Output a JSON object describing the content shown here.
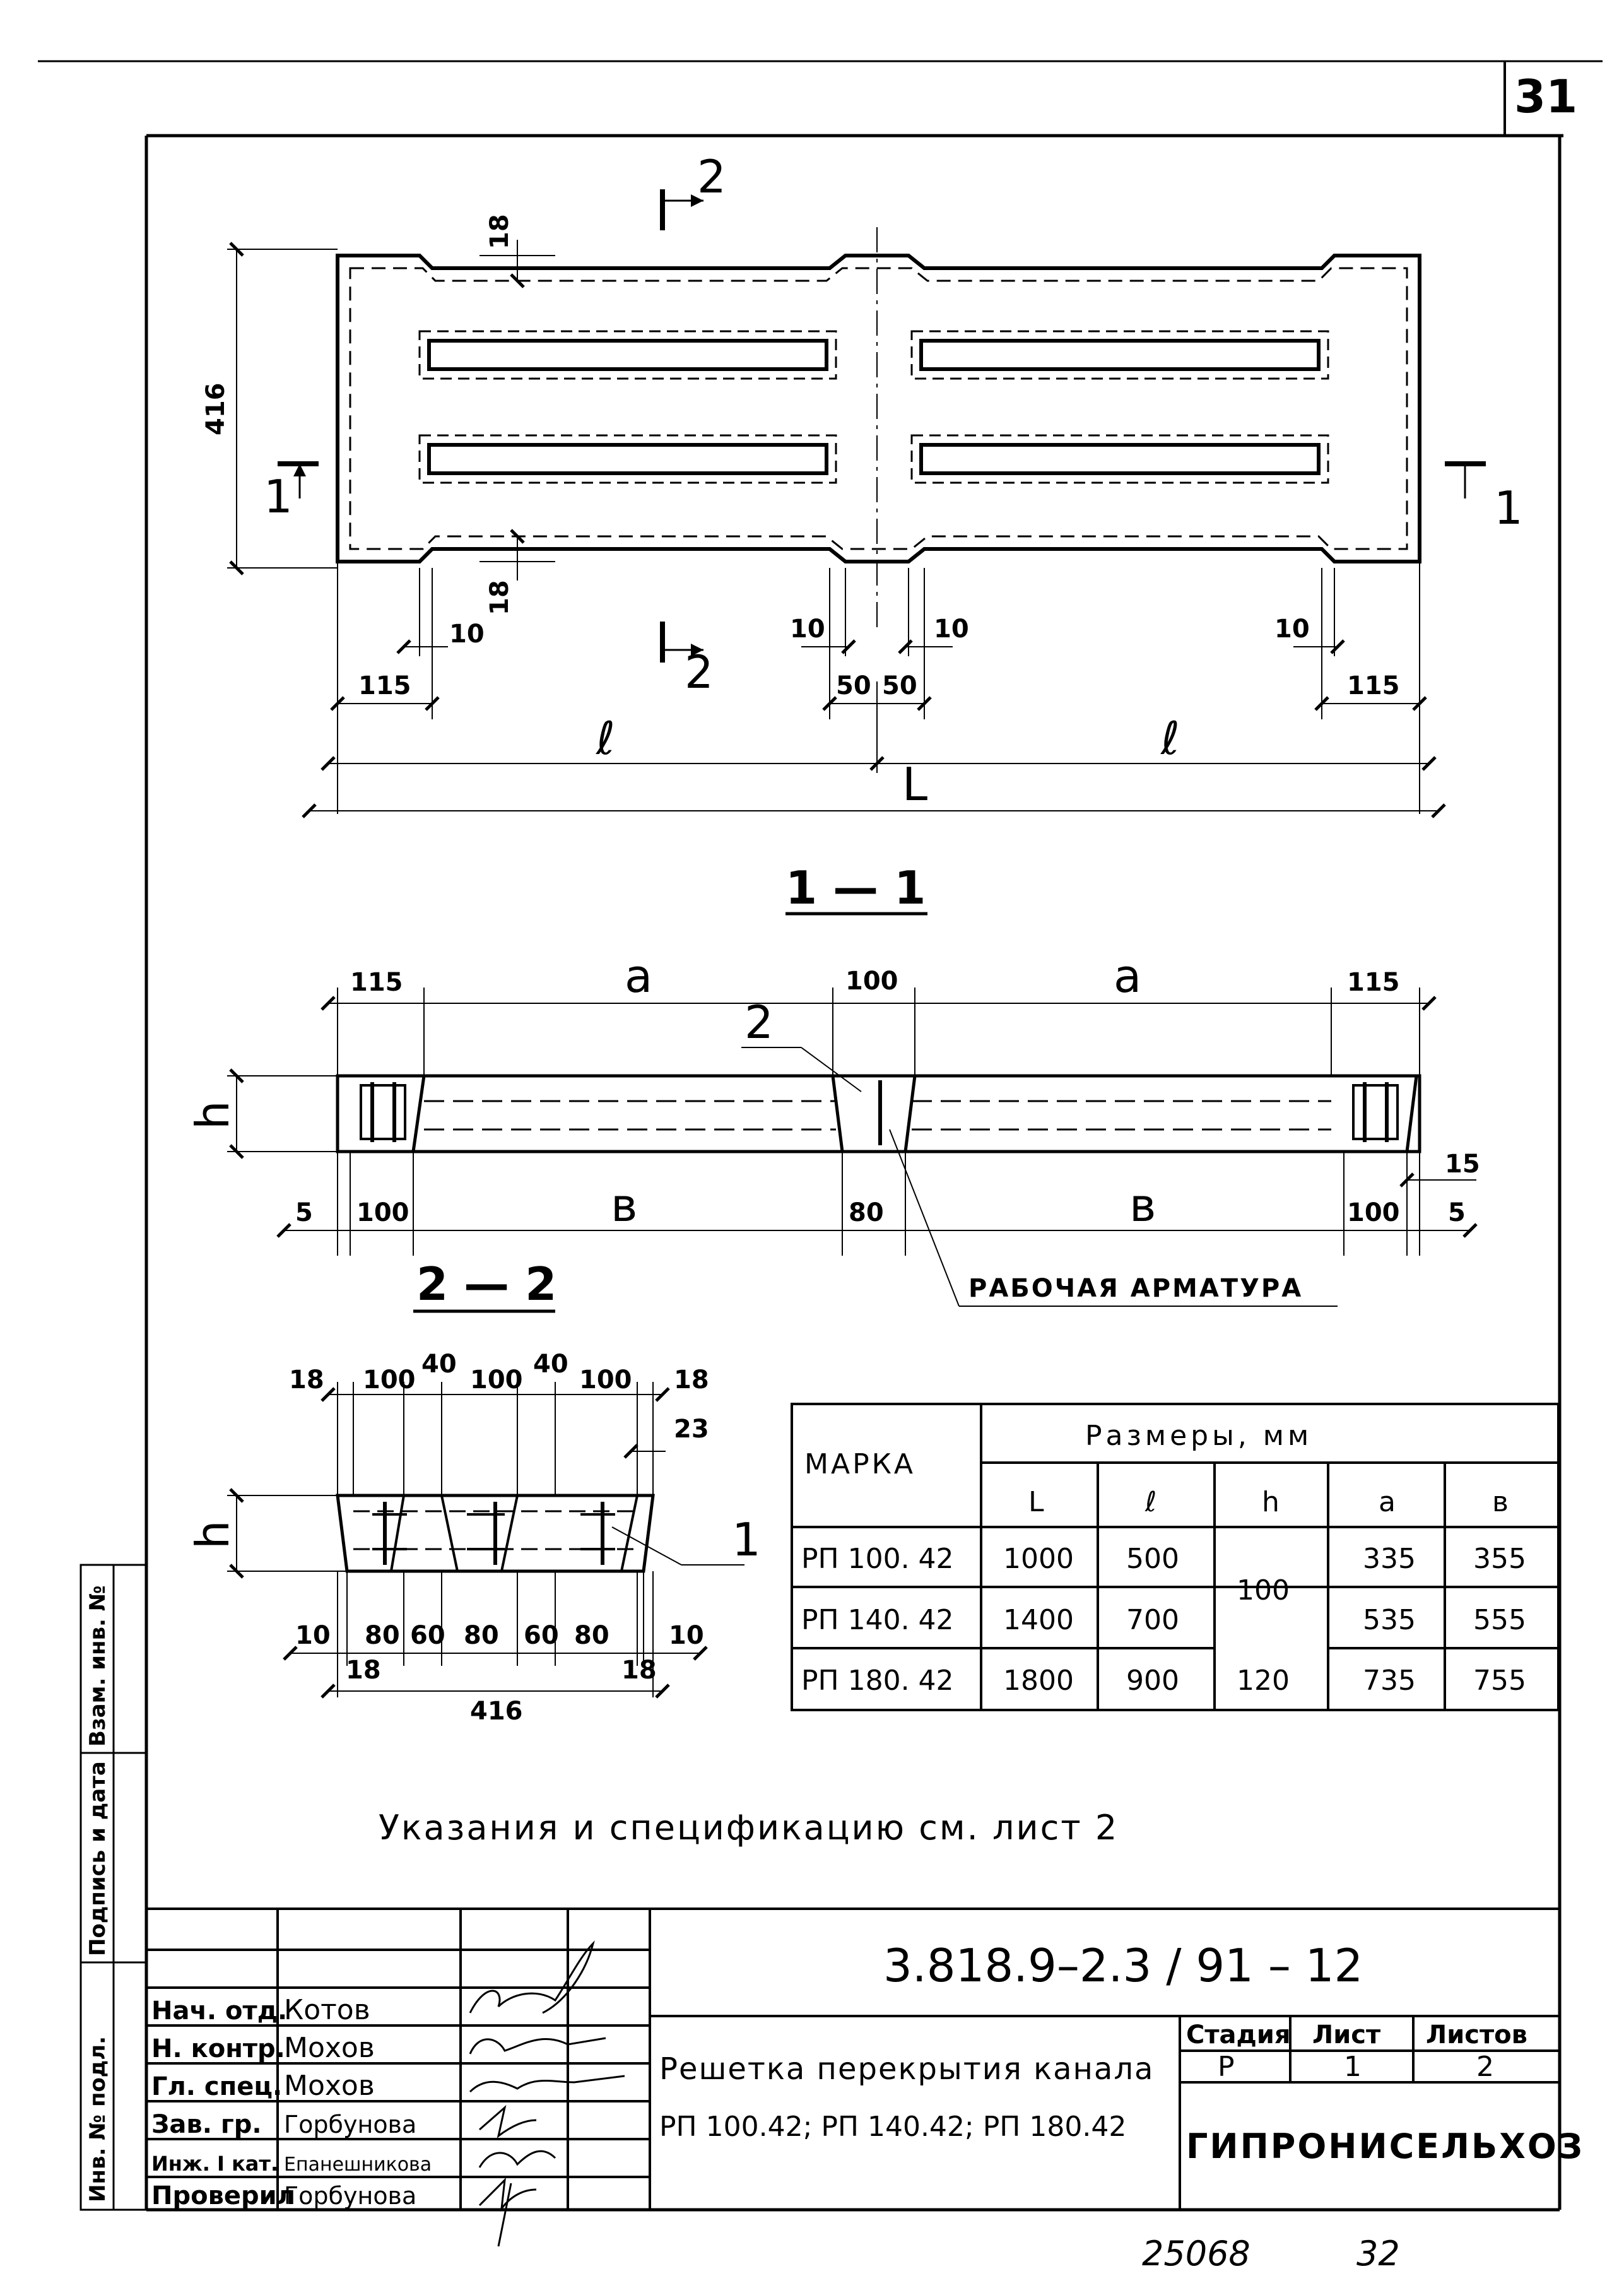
{
  "sheet": {
    "page_number": "31",
    "footer_left": "25068",
    "footer_right": "32"
  },
  "plan_view": {
    "dim_width": "416",
    "dim_18_top": "18",
    "dim_18_bottom": "18",
    "dim_115_left": "115",
    "dim_115_right": "115",
    "dim_10_a": "10",
    "dim_10_b": "10",
    "dim_10_c": "10",
    "dim_10_d": "10",
    "dim_50_a": "50",
    "dim_50_b": "50",
    "dim_l_left": "ℓ",
    "dim_l_right": "ℓ",
    "dim_L": "L",
    "cut_2_top": "2",
    "cut_2_bottom": "2",
    "cut_1_left": "1",
    "cut_1_right": "1"
  },
  "section_1_1": {
    "title": "1 — 1",
    "dim_115_left": "115",
    "dim_a_left": "a",
    "dim_100_mid": "100",
    "dim_a_right": "a",
    "dim_115_right": "115",
    "dim_h": "h",
    "dim_5_left": "5",
    "dim_100_left": "100",
    "dim_b_left": "в",
    "dim_80_mid": "80",
    "dim_b_right": "в",
    "dim_100_right": "100",
    "dim_5_right": "5",
    "dim_15": "15",
    "callout_2": "2",
    "rebar_label": "РАБОЧАЯ  АРМАТУРА"
  },
  "section_2_2": {
    "title": "2 — 2",
    "top_dims": [
      "18",
      "100",
      "40",
      "100",
      "40",
      "100",
      "18"
    ],
    "dim_23": "23",
    "dim_h": "h",
    "bottom_dims": [
      "10",
      "80",
      "60",
      "80",
      "60",
      "80",
      "10"
    ],
    "dim_18_left": "18",
    "dim_18_right": "18",
    "dim_416": "416",
    "callout_1": "1"
  },
  "size_table": {
    "col_mark": "МАРКА",
    "group_header": "Размеры,   мм",
    "sub_headers": [
      "L",
      "ℓ",
      "h",
      "a",
      "в"
    ],
    "rows": [
      {
        "mark": "РП 100. 42",
        "L": "1000",
        "l": "500",
        "h": "100",
        "a": "335",
        "b": "355"
      },
      {
        "mark": "РП 140. 42",
        "L": "1400",
        "l": "700",
        "h": "",
        "a": "535",
        "b": "555"
      },
      {
        "mark": "РП 180. 42",
        "L": "1800",
        "l": "900",
        "h": "120",
        "a": "735",
        "b": "755"
      }
    ]
  },
  "note": "Указания  и  спецификацию   см.   лист 2",
  "side_stamp": {
    "inv_orig": "Инв. № подл.",
    "signature_date": "Подпись и дата",
    "inv_replace": "Взам. инв. №"
  },
  "title_block": {
    "doc_code": "3.818.9–2.3 / 91 – 12",
    "roles": [
      "Нач. отд.",
      "Н. контр.",
      "Гл. спец.",
      "Зав. гр.",
      "Инж. I кат.",
      "Проверил"
    ],
    "names": [
      "Котов",
      "Мохов",
      "Мохов",
      "Горбунова",
      "Епанешникова",
      "Горбунова"
    ],
    "doc_title_line1": "Решетка перекрытия канала",
    "doc_title_line2": "РП 100.42;  РП 140.42;  РП 180.42",
    "stage_label": "Стадия",
    "sheet_label": "Лист",
    "sheets_label": "Листов",
    "stage_value": "Р",
    "sheet_value": "1",
    "sheets_value": "2",
    "organization": "ГИПРОНИСЕЛЬХОЗ"
  }
}
